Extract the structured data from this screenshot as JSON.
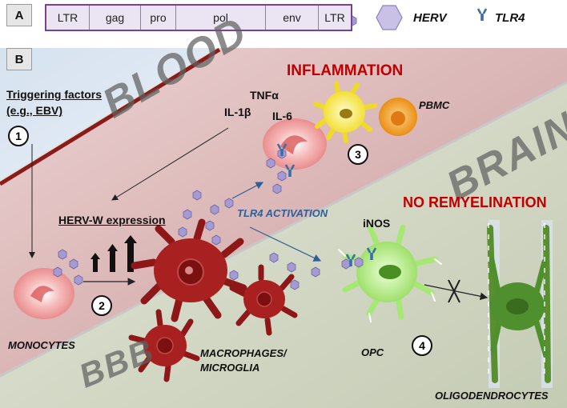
{
  "panel_a": {
    "letter": "A",
    "genome_segments": [
      "LTR",
      "gag",
      "pro",
      "pol",
      "env",
      "LTR"
    ],
    "legend": {
      "herv_label": "HERV",
      "tlr4_label": "TLR4"
    }
  },
  "panel_b": {
    "letter": "B",
    "regions": {
      "blood": "BLOOD",
      "brain": "BRAIN",
      "bbb": "BBB"
    },
    "triggering": {
      "line1": "Triggering factors",
      "line2": "(e.g., EBV)"
    },
    "inflammation": "INFLAMMATION",
    "cytokines": {
      "tnf": "TNFα",
      "il1": "IL-1β",
      "il6": "IL-6"
    },
    "pbmc": "PBMC",
    "herv_w_expression": "HERV-W expression",
    "tlr4_activation": "TLR4 ACTIVATION",
    "no_remyelination": "NO REMYELINATION",
    "inos": "iNOS",
    "cells": {
      "monocytes": "MONOCYTES",
      "macrophages_line1": "MACROPHAGES/",
      "macrophages_line2": "MICROGLIA",
      "opc": "OPC",
      "oligodendrocytes": "OLIGODENDROCYTES"
    },
    "steps": [
      "1",
      "2",
      "3",
      "4"
    ]
  },
  "colors": {
    "genome_border": "#7a3f96",
    "genome_fill": "#ebe4f2",
    "blood_band": "#e9c9c9",
    "blood_sky": "#dce6f1",
    "brain_region": "#cfd5c4",
    "alert_red": "#c00000",
    "tlr4_blue": "#3a6ea8",
    "herv_purple": "#9d93c9",
    "macrophage_red": "#9b1c1c",
    "opc_green": "#b8ec8c",
    "oligo_green": "#4f8f2e"
  },
  "icons": [
    "herv-particle-icon",
    "tlr4-receptor-icon",
    "blocked-arrow-icon"
  ]
}
